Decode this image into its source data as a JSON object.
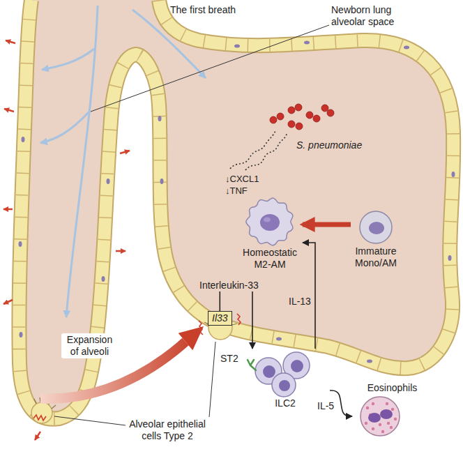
{
  "diagram": {
    "nodes": [
      {
        "text": [
          "Homeostatic M2-AM"
        ]
      },
      {
        "text": [
          "Immature Mono/AM"
        ]
      },
      {
        "text": [
          "Il33"
        ]
      },
      {
        "text": [
          "ILC2"
        ]
      },
      {
        "text": [
          "Eosinophils"
        ]
      }
    ],
    "edges": [
      {
        "from": 1,
        "to": 0,
        "arrow": "to"
      },
      {
        "from": 3,
        "to": 0,
        "label": "IL-13",
        "arrow": "to"
      },
      {
        "from": 2,
        "to": 3,
        "label": "Interleukin-33",
        "arrow": "to"
      },
      {
        "from": 3,
        "to": 4,
        "label": "IL-5",
        "arrow": "to"
      }
    ],
    "labels": [
      "The first breath",
      "Newborn lung alveolar space",
      "S. pneumoniae",
      "↓CXCL1",
      "↓TNF",
      "Expansion of alveoli",
      "ST2",
      "Alveolar epithelial cells Type 2"
    ]
  }
}
